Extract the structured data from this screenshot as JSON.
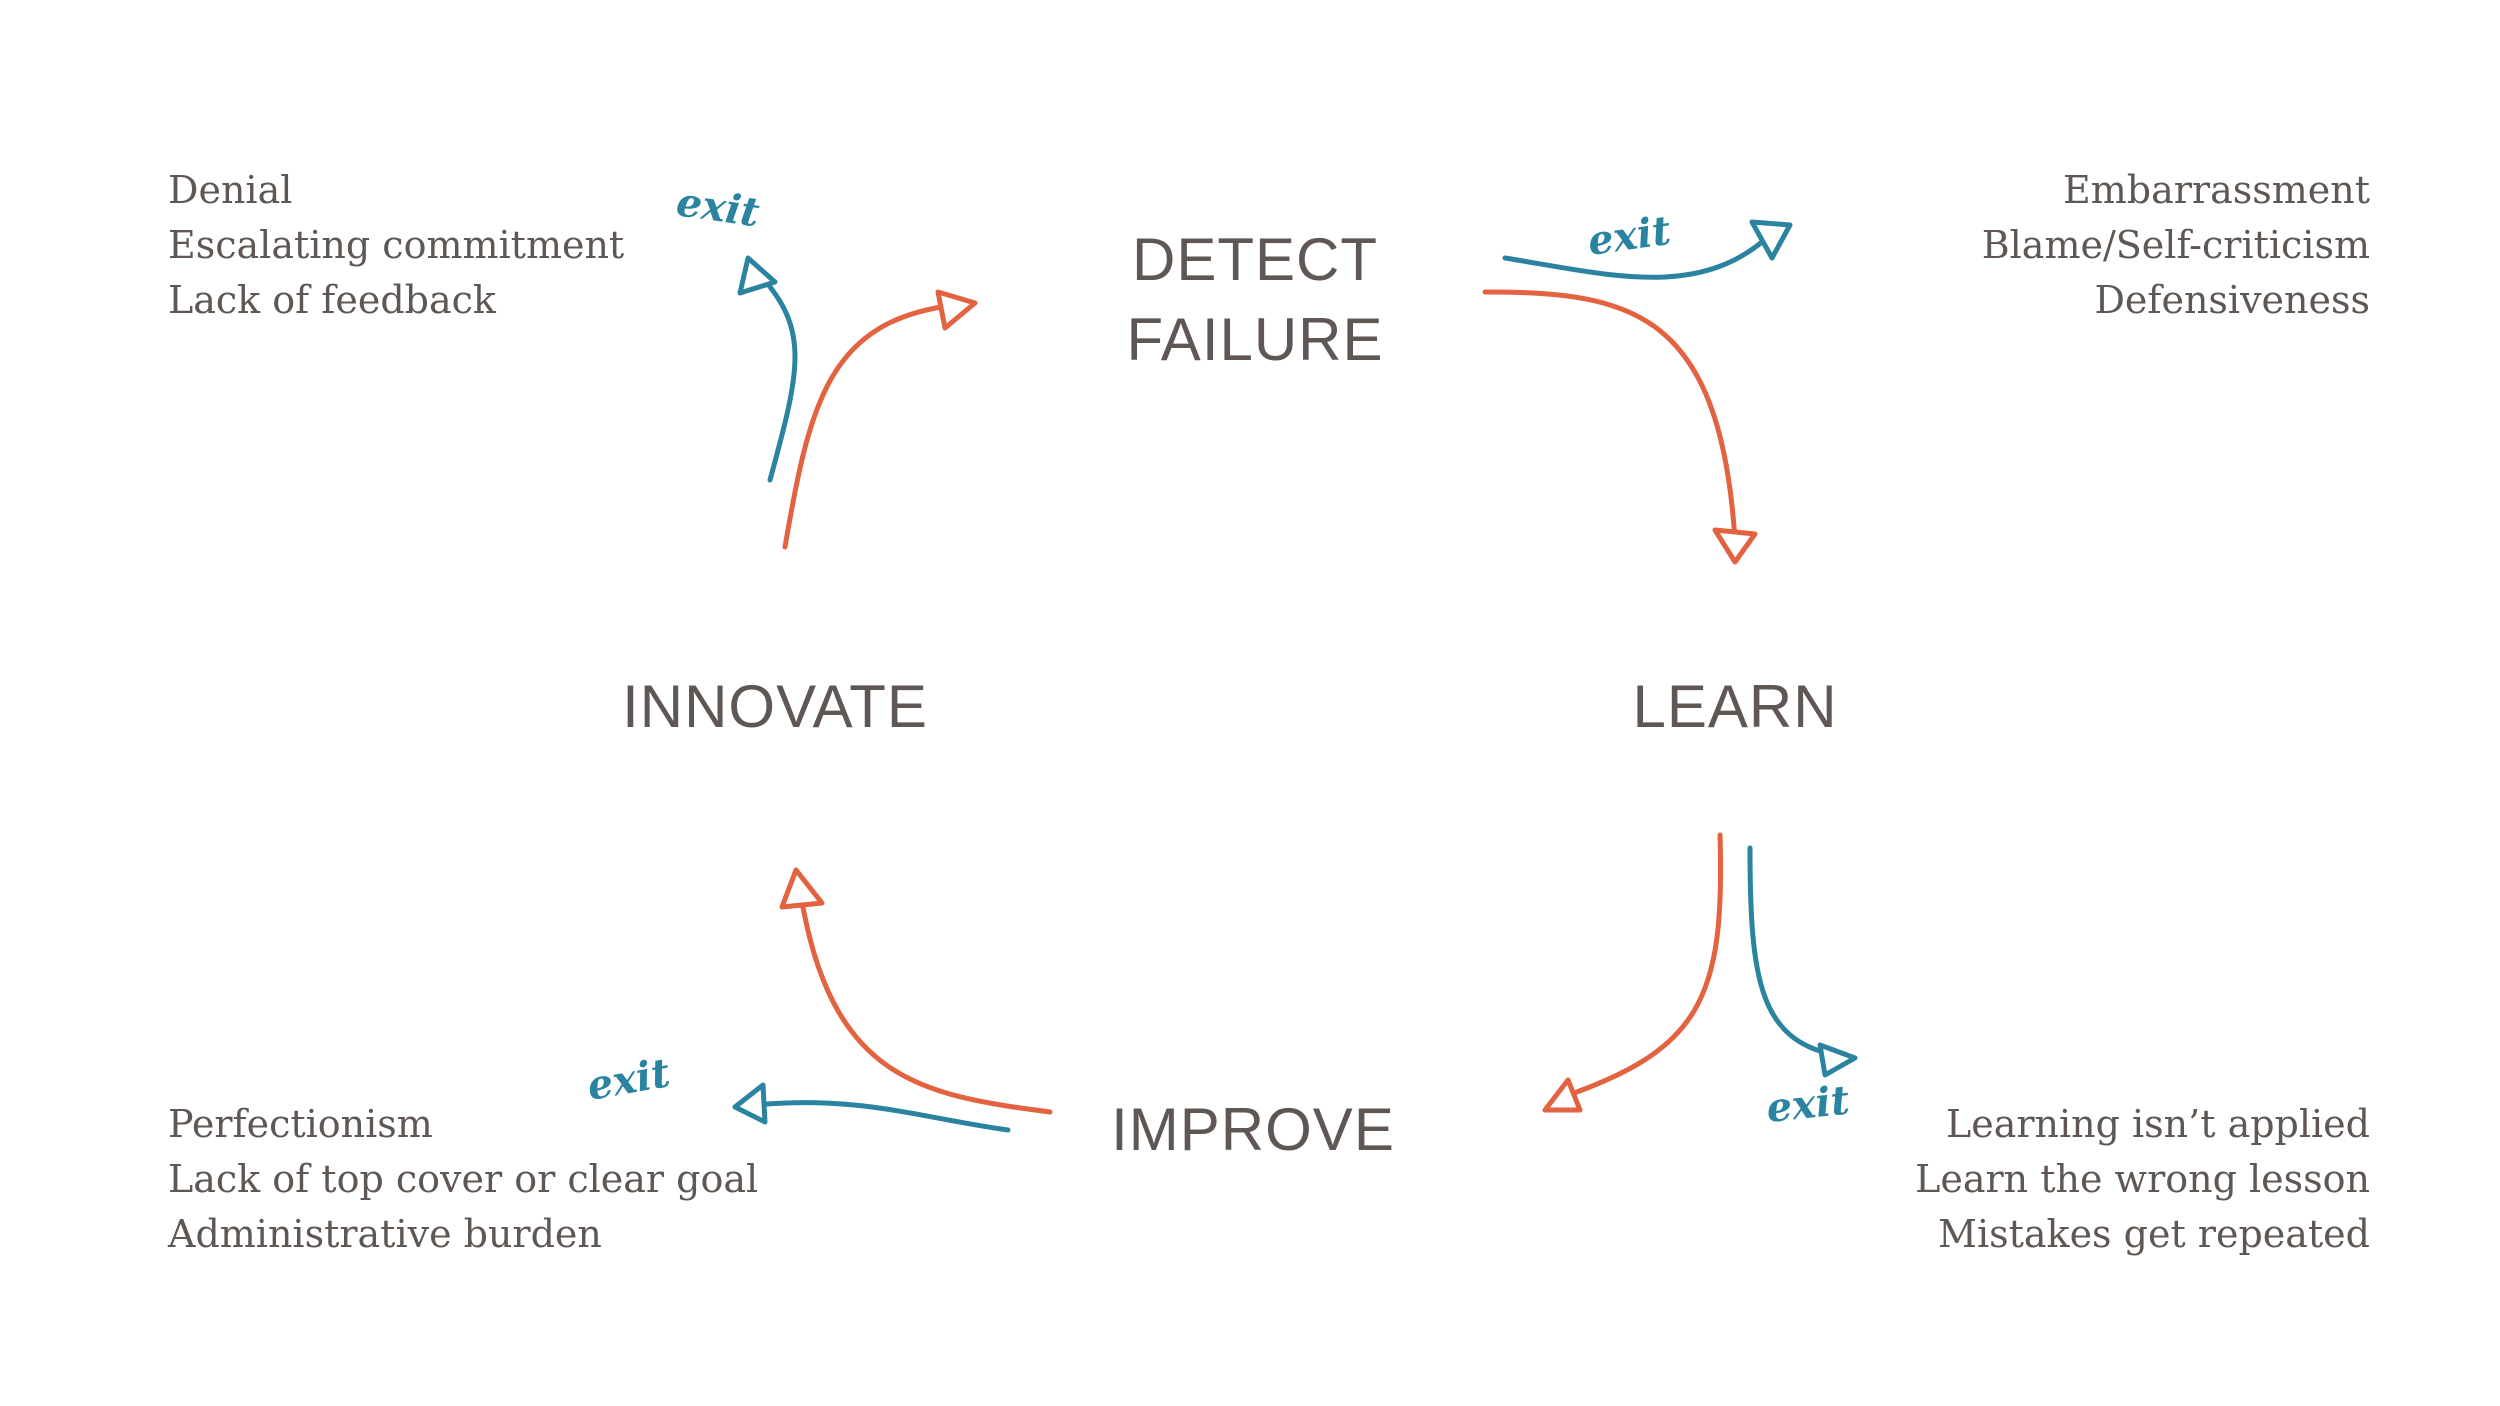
{
  "colors": {
    "text": "#5e5753",
    "flow": "#e3623f",
    "exit": "#2a84a0",
    "background": "#ffffff"
  },
  "stages": {
    "detect_line1": "DETECT",
    "detect_line2": "FAILURE",
    "learn": "LEARN",
    "improve": "IMPROVE",
    "innovate": "INNOVATE"
  },
  "exit_label": "exit",
  "barriers": {
    "innovate": [
      "Denial",
      "Escalating commitment",
      "Lack of feedback"
    ],
    "detect": [
      "Embarrassment",
      "Blame/Self-criticism",
      "Defensiveness"
    ],
    "improve": [
      "Perfectionism",
      "Lack of top cover or clear goal",
      "Administrative burden"
    ],
    "learn": [
      "Learning isn’t  applied",
      "Learn the wrong lesson",
      "Mistakes get repeated"
    ]
  }
}
